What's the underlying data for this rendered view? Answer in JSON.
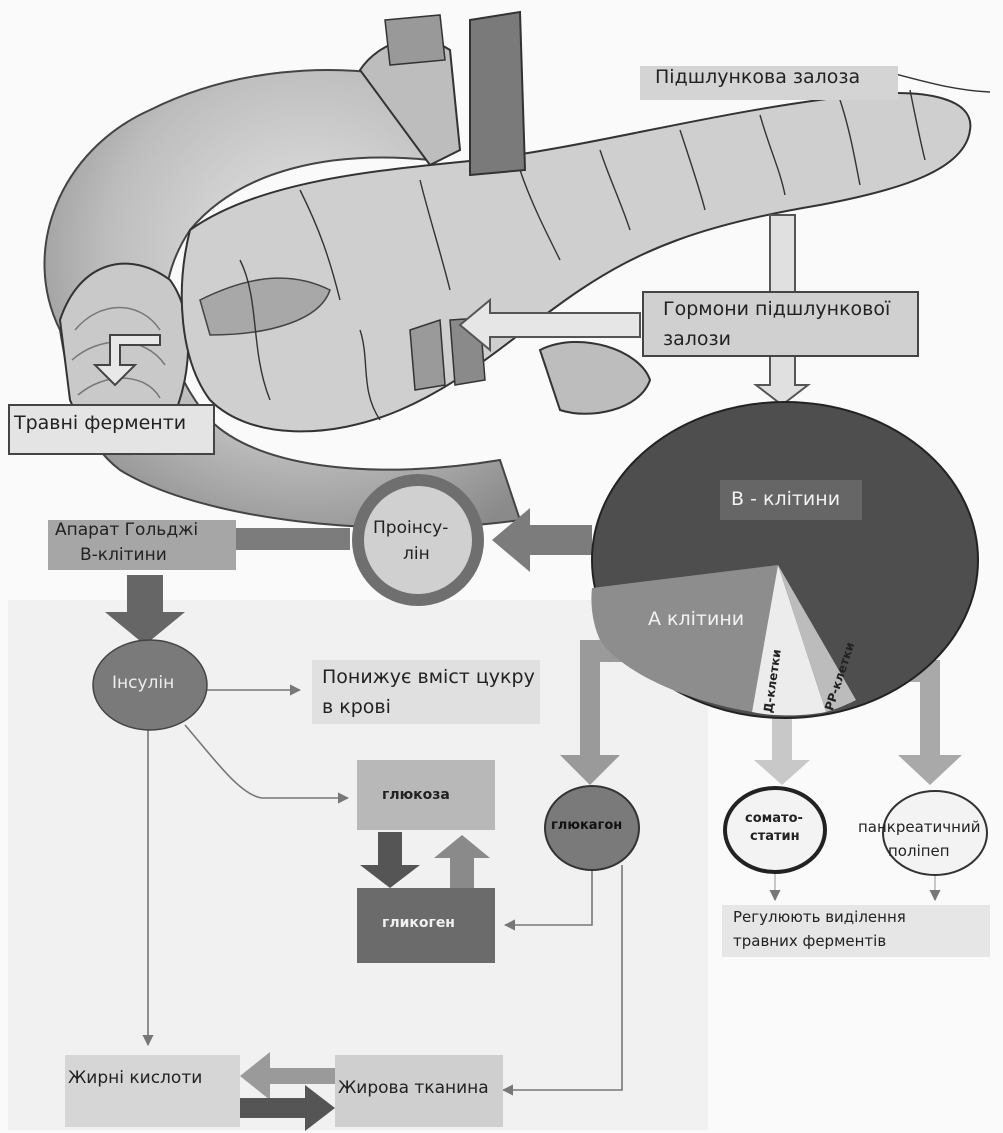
{
  "labels": {
    "pancreas": "Підшлункова залоза",
    "hormones_line1": "Гормони підшлункової",
    "hormones_line2": "залози",
    "digestive_enzymes": "Травні ферменти",
    "golgi_line1": "Апарат Гольджі",
    "golgi_line2": "В-клітини",
    "proinsulin_line1": "Проінсу-",
    "proinsulin_line2": "лін",
    "b_cells": "В - клітини",
    "a_cells": "А клітини",
    "d_cells": "Д-клетки",
    "pp_cells": "PP-клетки",
    "insulin": "Інсулін",
    "lowers_line1": "Понижує вміст цукру",
    "lowers_line2": "в крові",
    "glucose": "глюкоза",
    "glycogen": "гликоген",
    "glucagon": "глюкагон",
    "somato_line1": "сомато-",
    "somato_line2": "статин",
    "pancreatic_line1": "панкреатичний",
    "pancreatic_line2": "поліпеп",
    "regulate_line1": "Регулюють виділення",
    "regulate_line2": "травних ферментів",
    "fatty_acids": "Жирні кислоти",
    "fat_tissue": "Жирова тканина"
  },
  "colors": {
    "paper": "#f4f4f4",
    "organ_dark": "#3a3a3a",
    "organ_mid": "#9a9a9a",
    "organ_light": "#d2d2d2",
    "b_cells_fill": "#4a4a4a",
    "a_cells_fill": "#8c8c8c",
    "d_cells_fill": "#e8e8e8",
    "arrow_dark": "#6a6a6a",
    "arrow_light": "#bdbdbd",
    "label_box": "#d6d6d6"
  }
}
